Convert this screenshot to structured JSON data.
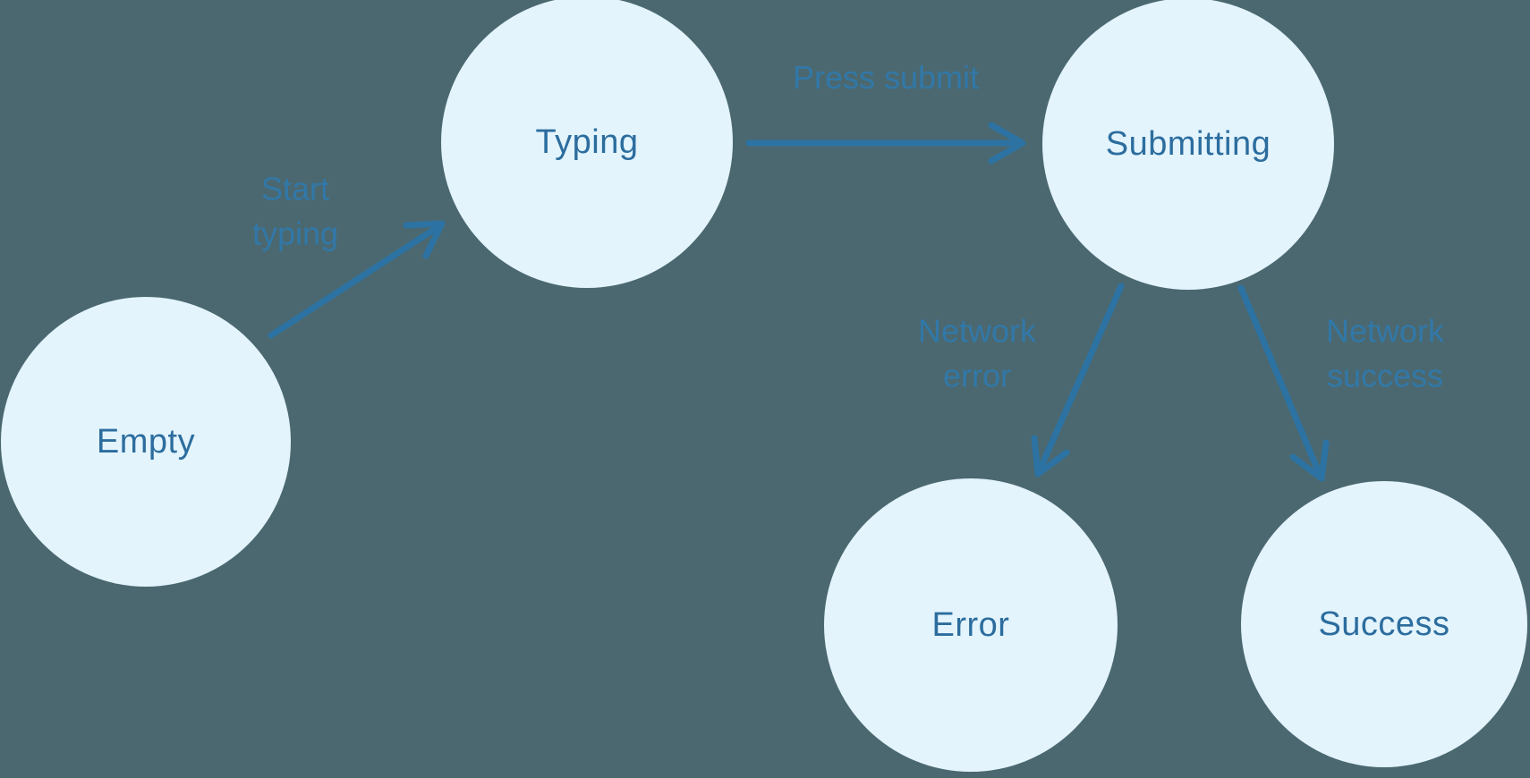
{
  "diagram": {
    "type": "state-machine",
    "nodes": [
      {
        "id": "empty",
        "label": "Empty"
      },
      {
        "id": "typing",
        "label": "Typing"
      },
      {
        "id": "submitting",
        "label": "Submitting"
      },
      {
        "id": "error",
        "label": "Error"
      },
      {
        "id": "success",
        "label": "Success"
      }
    ],
    "edges": [
      {
        "from": "empty",
        "to": "typing",
        "label": "Start typing"
      },
      {
        "from": "typing",
        "to": "submitting",
        "label": "Press submit"
      },
      {
        "from": "submitting",
        "to": "error",
        "label": "Network error"
      },
      {
        "from": "submitting",
        "to": "success",
        "label": "Network success"
      }
    ],
    "colors": {
      "background": "#4B6870",
      "node_fill": "#E3F4FD",
      "node_text": "#2C6D9E",
      "edge_stroke": "#2C73A3",
      "edge_label": "#3178A8"
    }
  }
}
